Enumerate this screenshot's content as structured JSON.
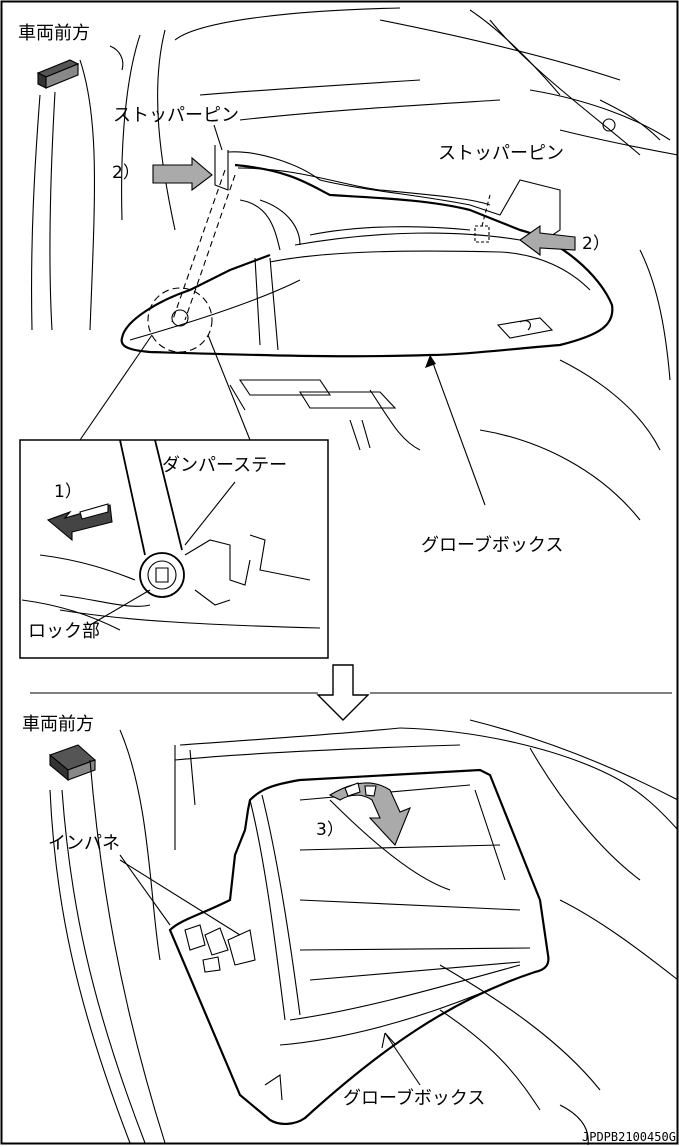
{
  "labels": {
    "front_top": "車両前方",
    "stopper_pin_left": "ストッパーピン",
    "stopper_pin_right": "ストッパーピン",
    "damper_stay": "ダンパーステー",
    "lock_part": "ロック部",
    "glove_box_top": "グローブボックス",
    "front_bottom": "車両前方",
    "instrument_panel": "インパネ",
    "glove_box_bottom": "グローブボックス",
    "figure_id": "JPDPB2100450G"
  },
  "steps": {
    "step1": "1）",
    "step2_left": "2）",
    "step2_right": "2）",
    "step3": "3）"
  }
}
